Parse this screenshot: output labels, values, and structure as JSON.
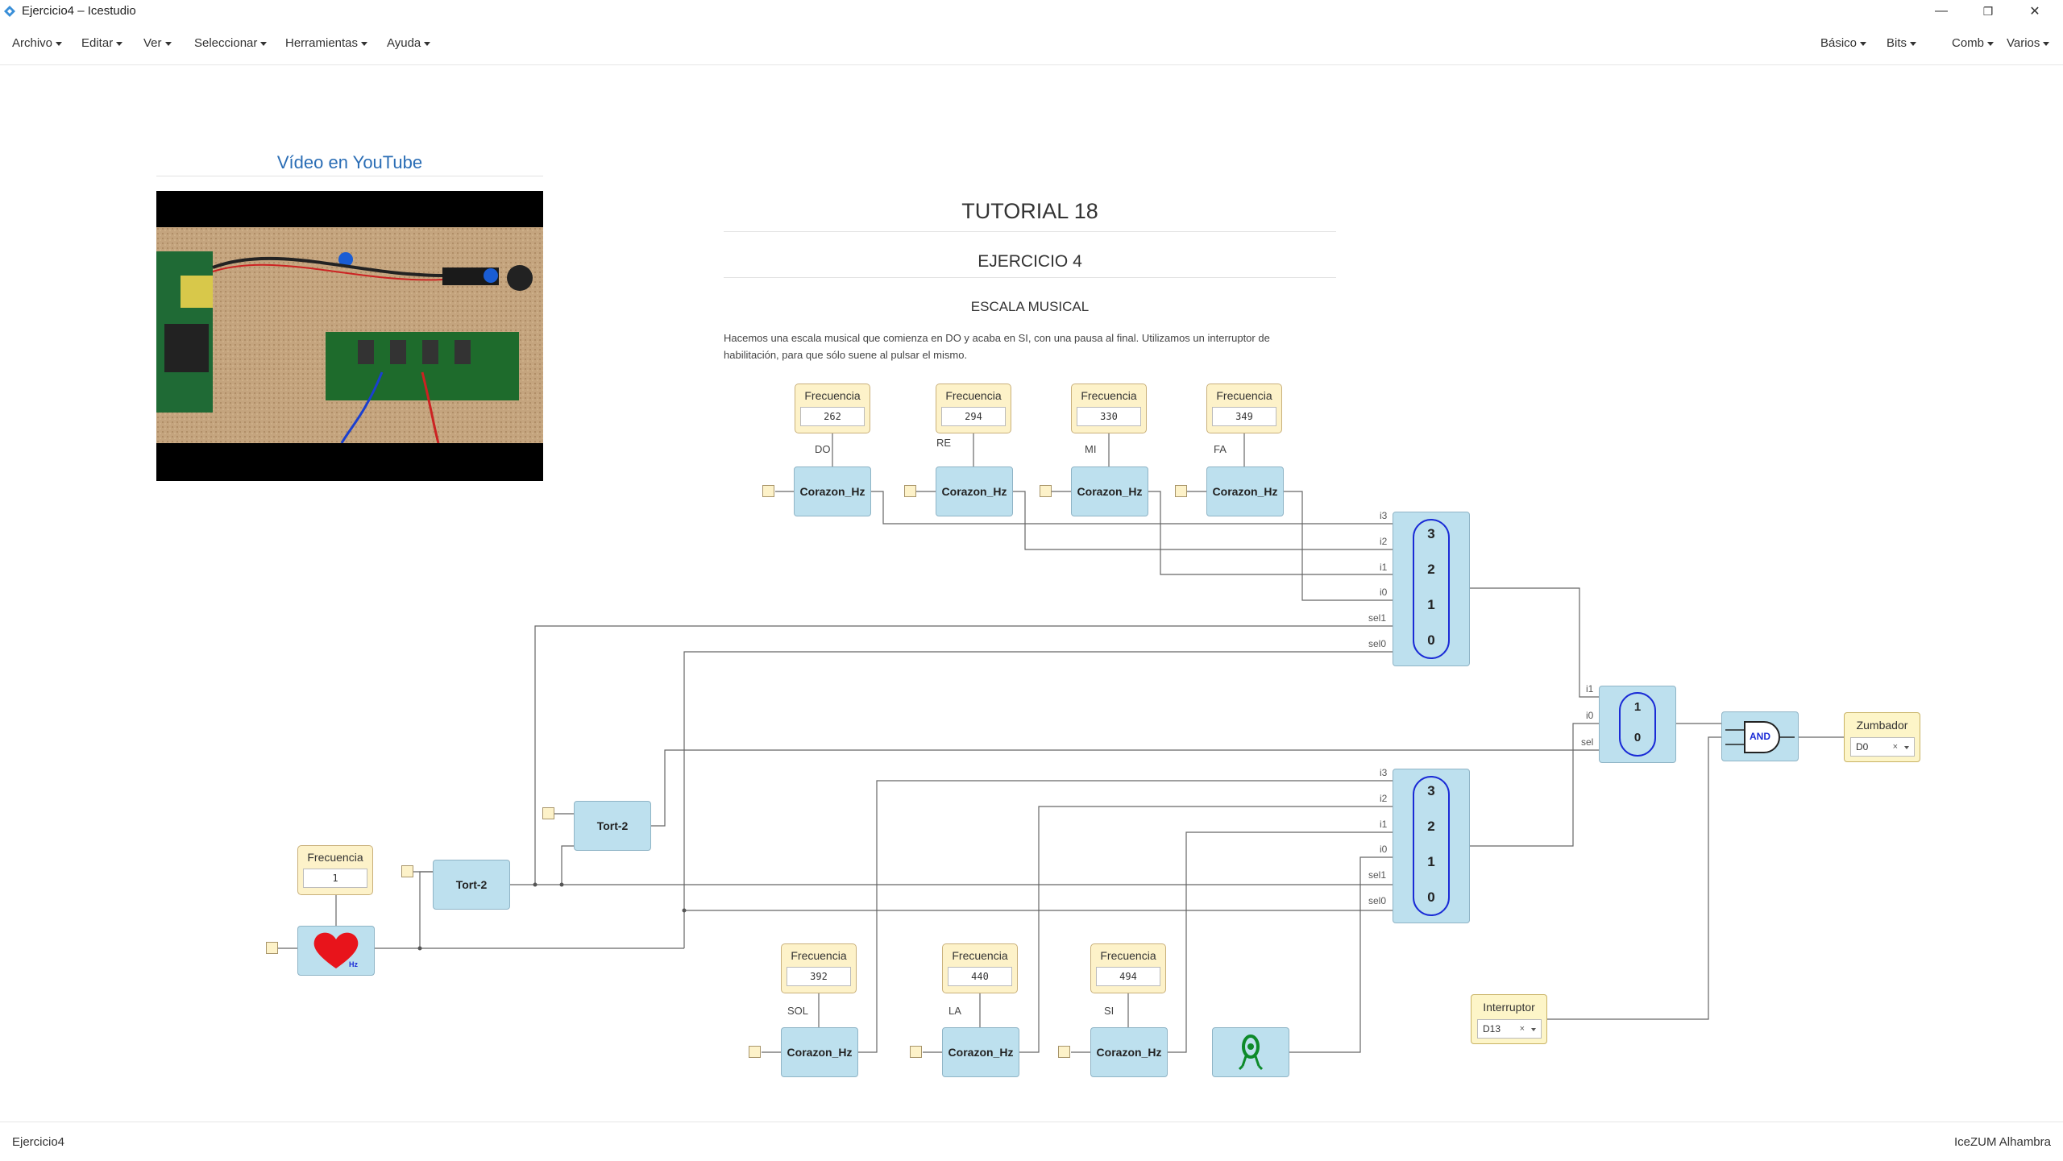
{
  "window": {
    "title": "Ejercicio4 – Icestudio"
  },
  "menu": {
    "left": [
      "Archivo",
      "Editar",
      "Ver",
      "Seleccionar",
      "Herramientas",
      "Ayuda"
    ],
    "right": [
      "Básico",
      "Bits",
      "Comb",
      "Varios"
    ]
  },
  "video": {
    "heading": "Vídeo en YouTube"
  },
  "info": {
    "title": "TUTORIAL 18",
    "subtitle": "EJERCICIO 4",
    "section": "ESCALA MUSICAL",
    "description_line1": "Hacemos una escala musical que comienza en DO y acaba en SI, con una pausa al final. Utilizamos un interruptor de",
    "description_line2": "habilitación, para que sólo suene al pulsar el mismo."
  },
  "constants": [
    {
      "header": "Frecuencia",
      "value": "262",
      "label": "DO"
    },
    {
      "header": "Frecuencia",
      "value": "294",
      "label": "RE"
    },
    {
      "header": "Frecuencia",
      "value": "330",
      "label": "MI"
    },
    {
      "header": "Frecuencia",
      "value": "349",
      "label": "FA"
    },
    {
      "header": "Frecuencia",
      "value": "392",
      "label": "SOL"
    },
    {
      "header": "Frecuencia",
      "value": "440",
      "label": "LA"
    },
    {
      "header": "Frecuencia",
      "value": "494",
      "label": "SI"
    },
    {
      "header": "Frecuencia",
      "value": "1",
      "label": ""
    }
  ],
  "blocks": {
    "corazon": "Corazon_Hz",
    "tort": "Tort-2",
    "and": "AND",
    "heart_sub": "Hz"
  },
  "mux4": {
    "inputs": [
      "i3",
      "i2",
      "i1",
      "i0",
      "sel1",
      "sel0"
    ],
    "numbers": [
      "3",
      "2",
      "1",
      "0"
    ]
  },
  "mux2": {
    "inputs": [
      "i1",
      "i0",
      "sel"
    ],
    "numbers": [
      "1",
      "0"
    ]
  },
  "outputs": {
    "zumbador": {
      "header": "Zumbador",
      "value": "D0",
      "clear": "×"
    }
  },
  "inputs": {
    "interruptor": {
      "header": "Interruptor",
      "value": "D13",
      "clear": "×"
    }
  },
  "status": {
    "left": "Ejercicio4",
    "right": "IceZUM Alhambra"
  },
  "colors": {
    "block": "#bde0ee",
    "constant": "#fdf2c9",
    "mux_oval": "#1a2bd6",
    "heart": "#e8141b",
    "link": "#2a6db5"
  }
}
